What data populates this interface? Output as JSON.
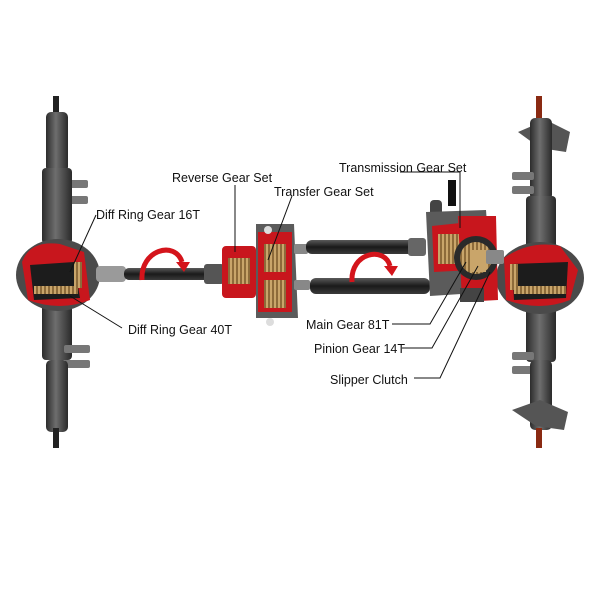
{
  "labels": {
    "reverse_gear_set": "Reverse Gear Set",
    "transfer_gear_set": "Transfer Gear Set",
    "transmission_gear_set": "Transmission Gear Set",
    "diff_ring_gear_16t": "Diff Ring Gear 16T",
    "diff_ring_gear_40t": "Diff Ring Gear 40T",
    "main_gear_81t": "Main Gear 81T",
    "pinion_gear_14t": "Pinion Gear 14T",
    "slipper_clutch": "Slipper Clutch"
  },
  "colors": {
    "housing_dark": "#3d3d3d",
    "housing_mid": "#5b5b5b",
    "housing_light": "#8a8a8a",
    "cutaway_red": "#c8161d",
    "gear_gold": "#c9a56a",
    "shaft_black": "#1e1e1e",
    "arrow_red": "#d4141b"
  }
}
